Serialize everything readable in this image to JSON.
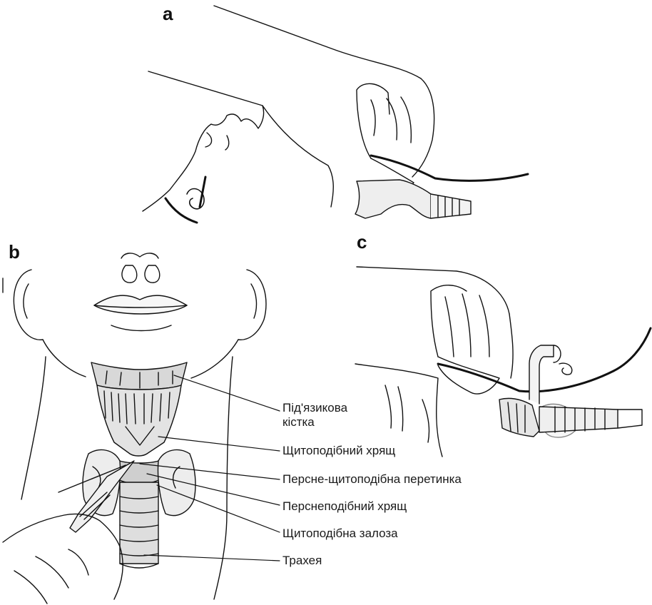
{
  "panels": {
    "a": "a",
    "b": "b",
    "c": "c"
  },
  "labels": {
    "hyoid_line1": "Під'язикова",
    "hyoid_line2": "кістка",
    "thyroid_cartilage": "Щитоподібний хрящ",
    "cricothyroid_membrane": "Персне-щитоподібна перетинка",
    "cricoid_cartilage": "Перснеподібний хрящ",
    "thyroid_gland": "Щитоподібна залоза",
    "trachea": "Трахея"
  },
  "colors": {
    "line": "#111111",
    "cartilage_fill": "#d9d9d9",
    "gland_fill": "#e9e9e9"
  }
}
